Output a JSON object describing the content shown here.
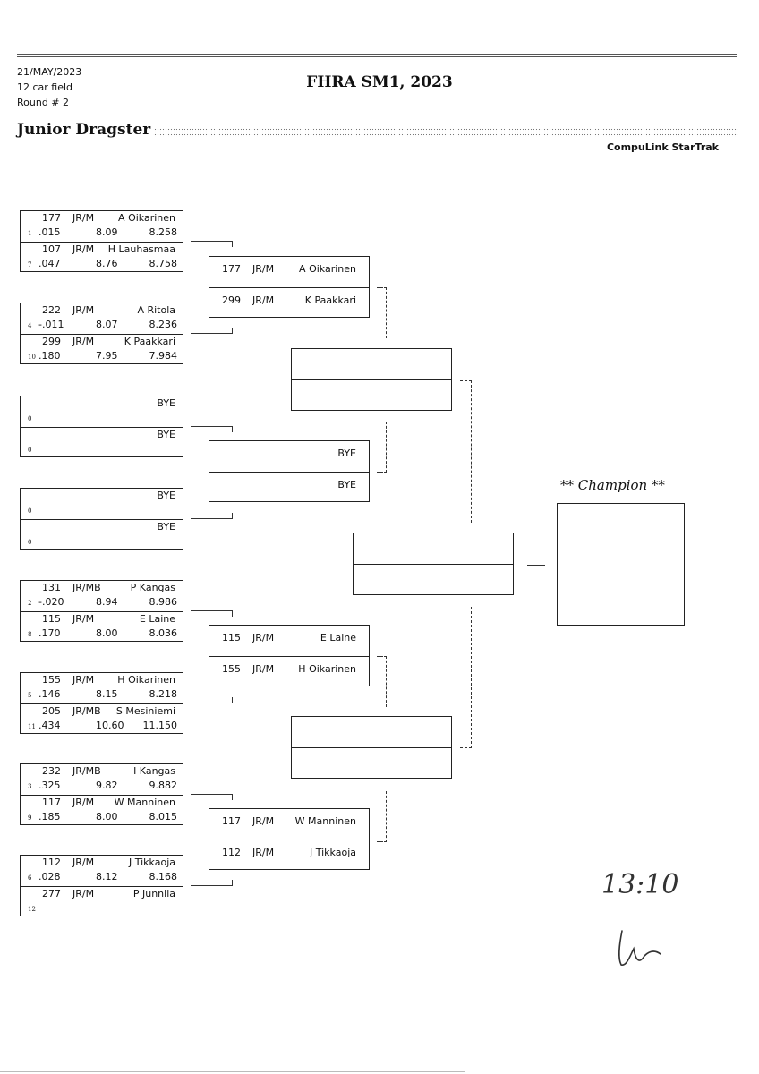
{
  "header": {
    "date": "21/MAY/2023",
    "field": "12 car field",
    "round": "Round # 2",
    "title": "FHRA SM1, 2023",
    "class_name": "Junior Dragster",
    "software": "CompuLink StarTrak"
  },
  "round1": [
    {
      "lanes": [
        {
          "car": "177",
          "cls": "JR/M",
          "driver": "A Oikarinen",
          "qual": "1",
          "rt": ".015",
          "et": "8.09",
          "speed": "8.258"
        },
        {
          "car": "107",
          "cls": "JR/M",
          "driver": "H Lauhasmaa",
          "qual": "7",
          "rt": ".047",
          "et": "8.76",
          "speed": "8.758"
        }
      ]
    },
    {
      "lanes": [
        {
          "car": "222",
          "cls": "JR/M",
          "driver": "A Ritola",
          "qual": "4",
          "rt": "-.011",
          "et": "8.07",
          "speed": "8.236"
        },
        {
          "car": "299",
          "cls": "JR/M",
          "driver": "K Paakkari",
          "qual": "10",
          "rt": ".180",
          "et": "7.95",
          "speed": "7.984"
        }
      ]
    },
    {
      "lanes": [
        {
          "car": "",
          "cls": "",
          "driver": "BYE",
          "qual": "0",
          "rt": "",
          "et": "",
          "speed": ""
        },
        {
          "car": "",
          "cls": "",
          "driver": "BYE",
          "qual": "0",
          "rt": "",
          "et": "",
          "speed": ""
        }
      ]
    },
    {
      "lanes": [
        {
          "car": "",
          "cls": "",
          "driver": "BYE",
          "qual": "0",
          "rt": "",
          "et": "",
          "speed": ""
        },
        {
          "car": "",
          "cls": "",
          "driver": "BYE",
          "qual": "0",
          "rt": "",
          "et": "",
          "speed": ""
        }
      ]
    },
    {
      "lanes": [
        {
          "car": "131",
          "cls": "JR/MB",
          "driver": "P Kangas",
          "qual": "2",
          "rt": "-.020",
          "et": "8.94",
          "speed": "8.986"
        },
        {
          "car": "115",
          "cls": "JR/M",
          "driver": "E Laine",
          "qual": "8",
          "rt": ".170",
          "et": "8.00",
          "speed": "8.036"
        }
      ]
    },
    {
      "lanes": [
        {
          "car": "155",
          "cls": "JR/M",
          "driver": "H Oikarinen",
          "qual": "5",
          "rt": ".146",
          "et": "8.15",
          "speed": "8.218"
        },
        {
          "car": "205",
          "cls": "JR/MB",
          "driver": "S Mesiniemi",
          "qual": "11",
          "rt": ".434",
          "et": "10.60",
          "speed": "11.150"
        }
      ]
    },
    {
      "lanes": [
        {
          "car": "232",
          "cls": "JR/MB",
          "driver": "I Kangas",
          "qual": "3",
          "rt": ".325",
          "et": "9.82",
          "speed": "9.882"
        },
        {
          "car": "117",
          "cls": "JR/M",
          "driver": "W Manninen",
          "qual": "9",
          "rt": ".185",
          "et": "8.00",
          "speed": "8.015"
        }
      ]
    },
    {
      "lanes": [
        {
          "car": "112",
          "cls": "JR/M",
          "driver": "J Tikkaoja",
          "qual": "6",
          "rt": ".028",
          "et": "8.12",
          "speed": "8.168"
        },
        {
          "car": "277",
          "cls": "JR/M",
          "driver": "P Junnila",
          "qual": "12",
          "rt": "",
          "et": "",
          "speed": ""
        }
      ]
    }
  ],
  "round2": [
    {
      "lanes": [
        {
          "car": "177",
          "cls": "JR/M",
          "driver": "A Oikarinen"
        },
        {
          "car": "299",
          "cls": "JR/M",
          "driver": "K Paakkari"
        }
      ]
    },
    {
      "lanes": [
        {
          "car": "",
          "cls": "",
          "driver": "BYE"
        },
        {
          "car": "",
          "cls": "",
          "driver": "BYE"
        }
      ]
    },
    {
      "lanes": [
        {
          "car": "115",
          "cls": "JR/M",
          "driver": "E Laine"
        },
        {
          "car": "155",
          "cls": "JR/M",
          "driver": "H Oikarinen"
        }
      ]
    },
    {
      "lanes": [
        {
          "car": "117",
          "cls": "JR/M",
          "driver": "W Manninen"
        },
        {
          "car": "112",
          "cls": "JR/M",
          "driver": "J Tikkaoja"
        }
      ]
    }
  ],
  "round3": [
    {
      "lanes": [
        {
          "driver": ""
        },
        {
          "driver": ""
        }
      ]
    },
    {
      "lanes": [
        {
          "driver": ""
        },
        {
          "driver": ""
        }
      ]
    }
  ],
  "final": {
    "lanes": [
      {
        "driver": ""
      },
      {
        "driver": ""
      }
    ]
  },
  "champion": {
    "label": "** Champion **",
    "name": ""
  },
  "handwritten_note": "13:10"
}
